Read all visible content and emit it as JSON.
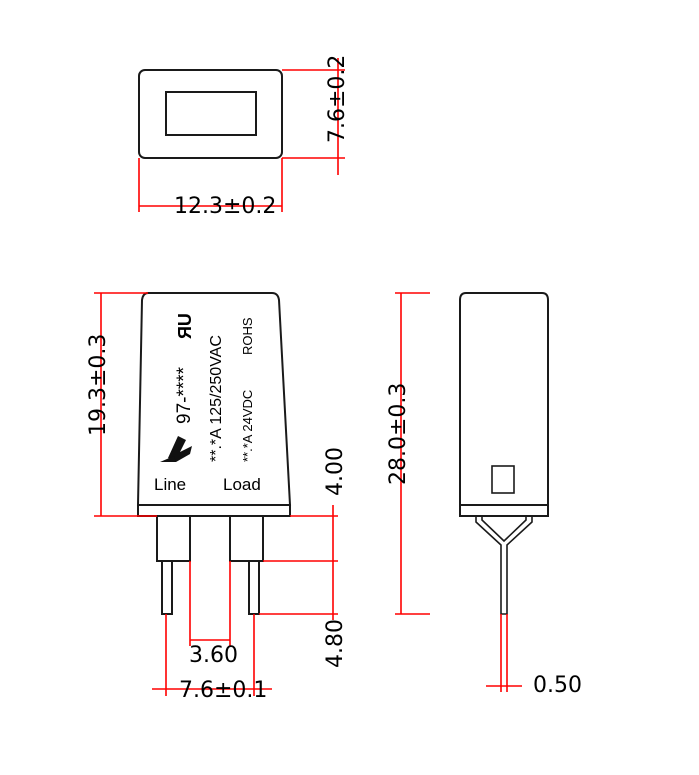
{
  "dimensions": {
    "top_width": "12.3±0.2",
    "top_height": "7.6±0.2",
    "body_height": "19.3±0.3",
    "total_height": "28.0±0.3",
    "lead_step": "4.00",
    "lead_length": "4.80",
    "pin_gap": "3.60",
    "pin_pitch": "7.6±0.1",
    "lead_thickness": "0.50"
  },
  "markings": {
    "rating_ac": "**.*A 125/250VAC",
    "rating_dc": "**.*A 24VDC",
    "rohs": "ROHS",
    "part_number": "97-****",
    "cert_mark": "ЯU",
    "label_line": "Line",
    "label_load": "Load"
  },
  "colors": {
    "dimension": "#ff0000",
    "outline": "#1a1a1a"
  }
}
